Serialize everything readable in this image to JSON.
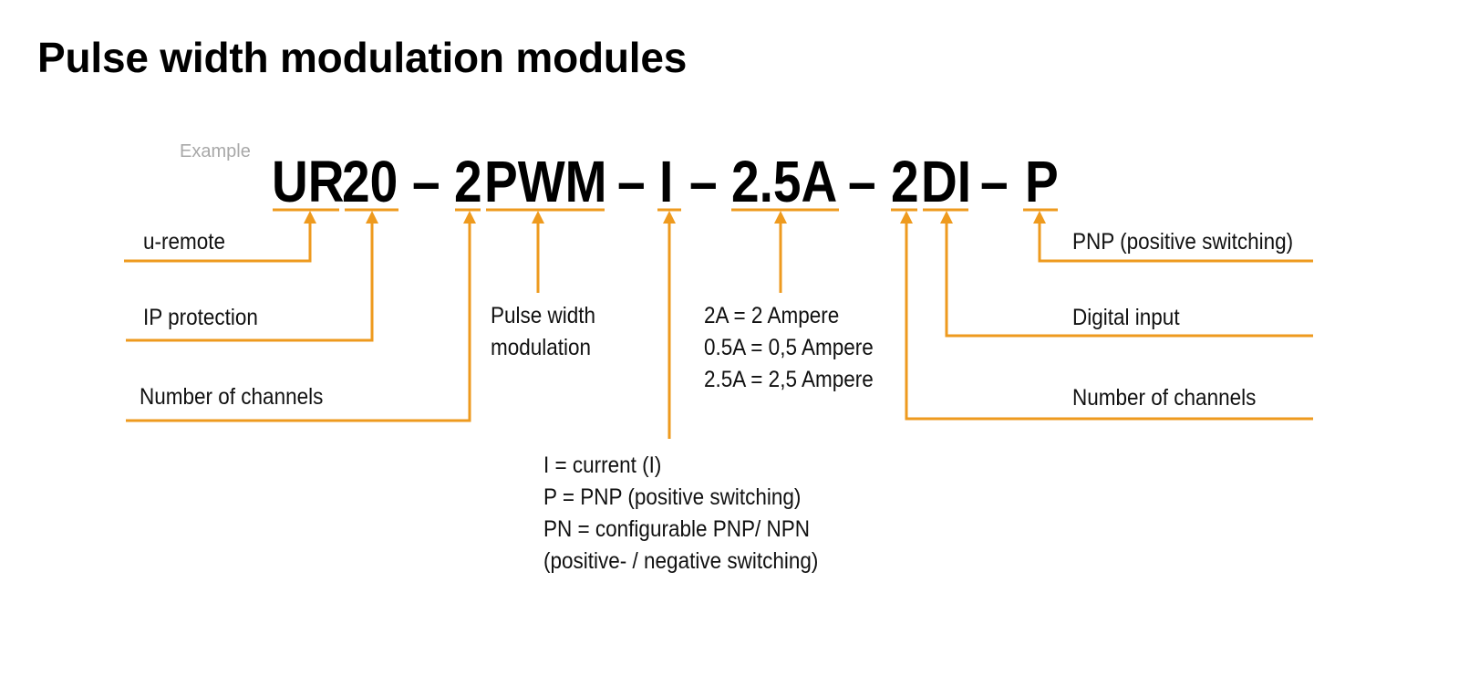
{
  "title": "Pulse width modulation modules",
  "example_label": "Example",
  "accent_color": "#ee9a1e",
  "code_segments": [
    {
      "text": "UR"
    },
    {
      "text": "20"
    },
    {
      "text": "–"
    },
    {
      "text": "2"
    },
    {
      "text": "PWM"
    },
    {
      "text": "–"
    },
    {
      "text": "I"
    },
    {
      "text": "–"
    },
    {
      "text": "2.5A"
    },
    {
      "text": "–"
    },
    {
      "text": "2"
    },
    {
      "text": "DI"
    },
    {
      "text": "–"
    },
    {
      "text": "P"
    }
  ],
  "labels": {
    "u_remote": "u-remote",
    "ip_protection": "IP protection",
    "channels_left": "Number of channels",
    "pwm_line1": "Pulse width",
    "pwm_line2": "modulation",
    "amp_line1": "2A = 2 Ampere",
    "amp_line2": "0.5A = 0,5 Ampere",
    "amp_line3": "2.5A = 2,5 Ampere",
    "current_line1": "I = current (I)",
    "current_line2": "P = PNP (positive switching)",
    "current_line3": "PN = configurable PNP/ NPN",
    "current_line4": "(positive- / negative switching)",
    "pnp": "PNP (positive switching)",
    "digital_input": "Digital input",
    "channels_right": "Number of channels"
  }
}
